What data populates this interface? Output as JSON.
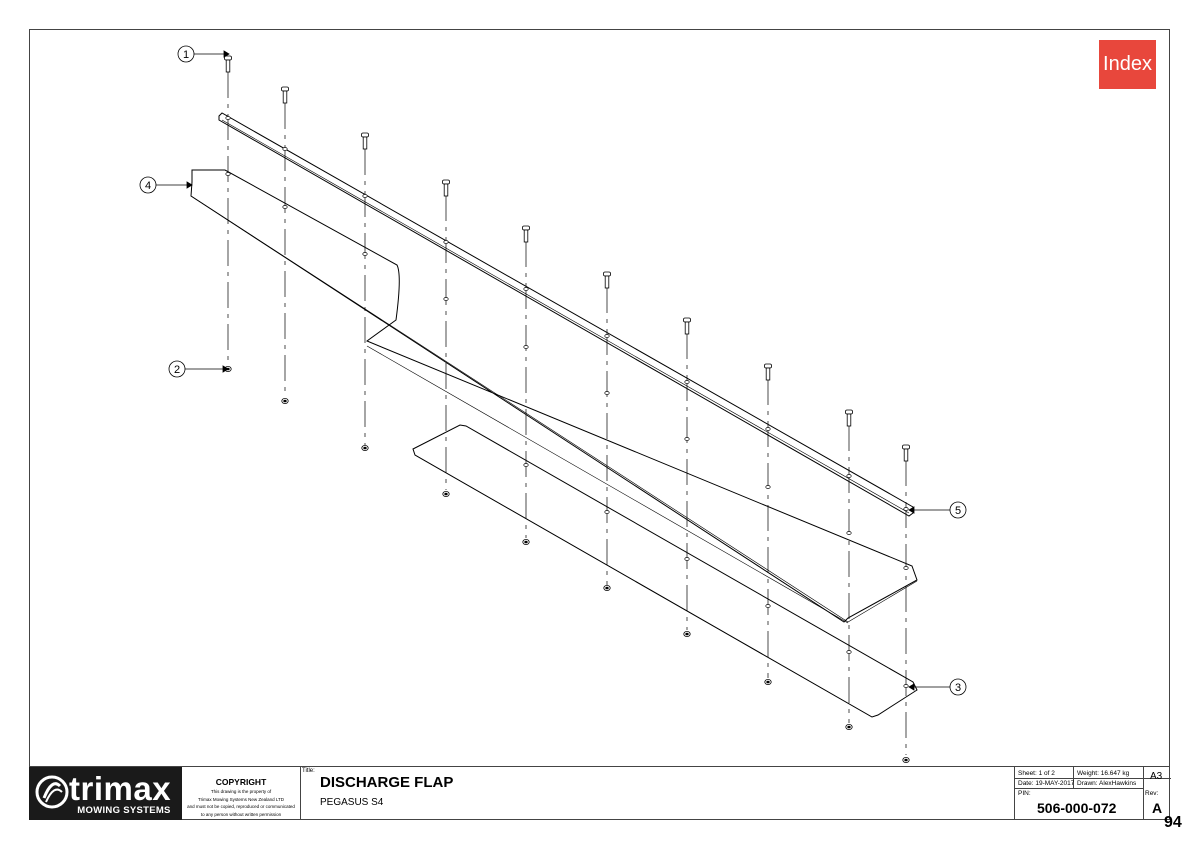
{
  "index_button": {
    "label": "Index",
    "color": "#e8473c"
  },
  "callouts": [
    "1",
    "2",
    "3",
    "4",
    "5"
  ],
  "logo": {
    "name": "trimax",
    "tagline": "MOWING SYSTEMS"
  },
  "copyright": {
    "heading": "COPYRIGHT",
    "lines": [
      "This drawing is the property of",
      "Trimax Mowing Systems New Zealand LTD",
      "and must not be copied, reproduced or communicated",
      "to any person without written permission"
    ]
  },
  "title_block": {
    "title_label": "Title:",
    "title": "DISCHARGE FLAP",
    "subtitle": "PEGASUS S4",
    "sheet": "Sheet: 1 of 2",
    "weight": "Weight: 16.647 kg",
    "date": "Date: 19-MAY-2017",
    "drawn": "Drawn: AlexHawkins",
    "pin_label": "PIN:",
    "pin": "506-000-072",
    "size": "A3",
    "rev_label": "Rev:",
    "rev": "A"
  },
  "page_number": "94"
}
